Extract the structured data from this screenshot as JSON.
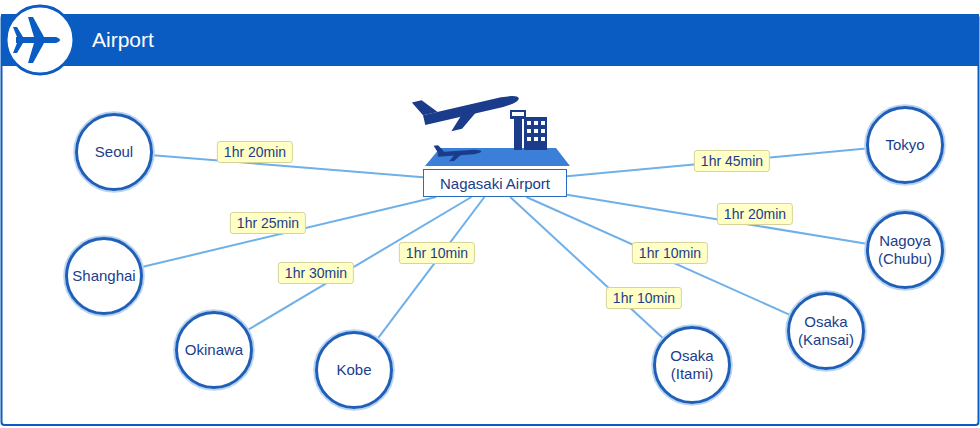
{
  "diagram": {
    "title": "Airport",
    "nodes": [
      {
        "text": [
          "Seoul"
        ]
      },
      {
        "text": [
          "Nagasaki Airport"
        ]
      },
      {
        "text": [
          "Tokyo"
        ]
      },
      {
        "text": [
          "Shanghai"
        ]
      },
      {
        "text": [
          "Nagoya (Chubu)"
        ]
      },
      {
        "text": [
          "Okinawa"
        ]
      },
      {
        "text": [
          "Osaka (Kansai)"
        ]
      },
      {
        "text": [
          "Kobe"
        ]
      },
      {
        "text": [
          "Osaka (Itami)"
        ]
      }
    ],
    "edges": [
      {
        "from": 1,
        "to": 0,
        "arrow": "none",
        "label": "1hr 20min"
      },
      {
        "from": 1,
        "to": 2,
        "arrow": "none",
        "label": "1hr 45min"
      },
      {
        "from": 1,
        "to": 3,
        "arrow": "none",
        "label": "1hr 25min"
      },
      {
        "from": 1,
        "to": 4,
        "arrow": "none",
        "label": "1hr 20min"
      },
      {
        "from": 1,
        "to": 5,
        "arrow": "none",
        "label": "1hr 30min"
      },
      {
        "from": 1,
        "to": 6,
        "arrow": "none",
        "label": "1hr 10min"
      },
      {
        "from": 1,
        "to": 7,
        "arrow": "none",
        "label": "1hr 10min"
      },
      {
        "from": 1,
        "to": 8,
        "arrow": "none",
        "label": "1hr 10min"
      }
    ]
  }
}
